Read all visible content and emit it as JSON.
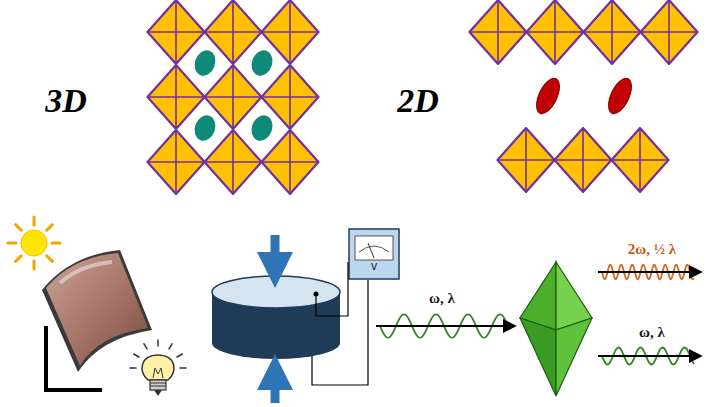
{
  "diagram": {
    "labels": [
      "3D",
      "2D",
      "V",
      "ω, λ",
      "2ω, ½ λ",
      "ω, λ"
    ]
  }
}
